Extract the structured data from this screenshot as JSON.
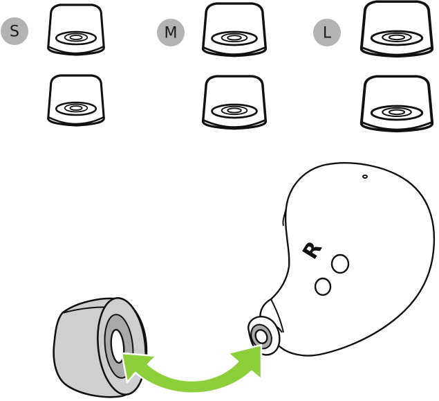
{
  "sizes": [
    {
      "label": "S"
    },
    {
      "label": "M"
    },
    {
      "label": "L"
    }
  ],
  "earbud": {
    "side_label": "R"
  },
  "colors": {
    "badge": "#b3b3b3",
    "arrow": "#8ccf3a",
    "removed_tip": "#cfcfcf",
    "outline": "#111111"
  },
  "icons": [
    "ear-tip-icon",
    "earbud-icon",
    "swap-arrow-icon"
  ]
}
